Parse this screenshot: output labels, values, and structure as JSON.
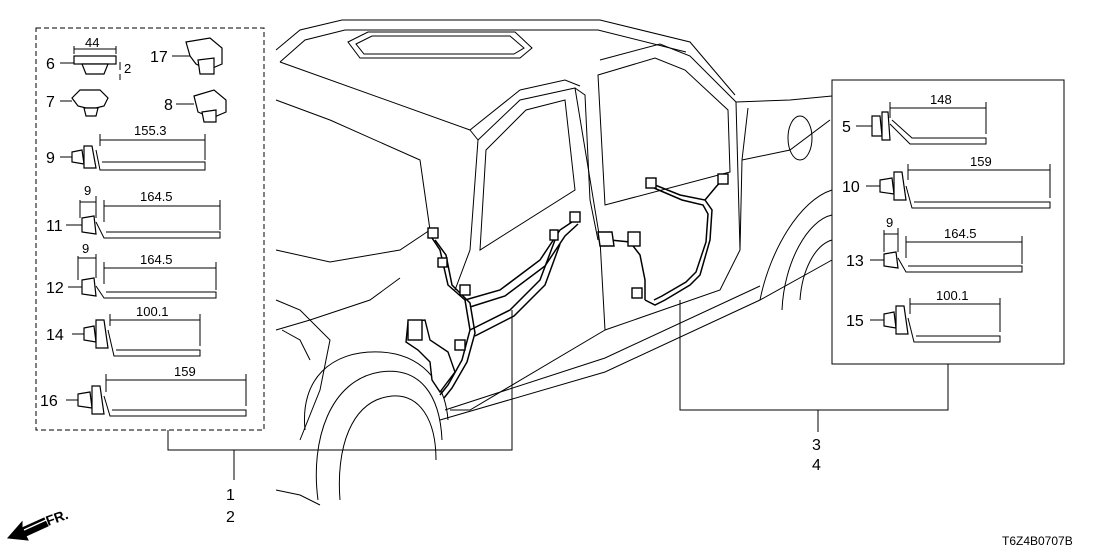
{
  "callouts": {
    "c1": "1",
    "c2": "2",
    "c3": "3",
    "c4": "4",
    "c5": "5",
    "c6": "6",
    "c7": "7",
    "c8": "8",
    "c9": "9",
    "c10": "10",
    "c11": "11",
    "c12": "12",
    "c13": "13",
    "c14": "14",
    "c15": "15",
    "c16": "16",
    "c17": "17"
  },
  "dimensions": {
    "d6_width": "44",
    "d6_height": "2",
    "d9_length": "155.3",
    "d11_offset": "9",
    "d11_length": "164.5",
    "d12_offset": "9",
    "d12_length": "164.5",
    "d14_length": "100.1",
    "d16_length": "159",
    "d5_length": "148",
    "d10_length": "159",
    "d13_offset": "9",
    "d13_length": "164.5",
    "d15_length": "100.1"
  },
  "direction_label": "FR.",
  "diagram_code": "T6Z4B0707B"
}
